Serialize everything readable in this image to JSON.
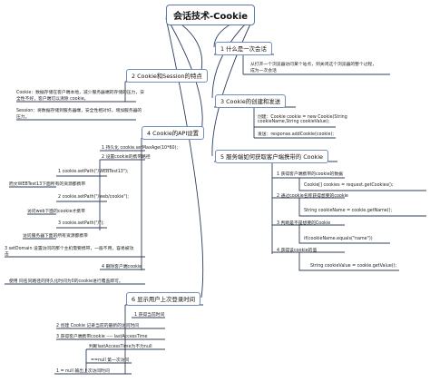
{
  "center": "会话技术-Cookie",
  "branches": {
    "b1": {
      "label": "1 什么是一次会话",
      "notes": [
        "从打开一个浏览器访问某个站点，到关闭这个浏览器的整个过程，",
        "成为一次会话"
      ]
    },
    "b2": {
      "label": "2 Cookie和Session的特点",
      "notes": [
        "Cookie：数据存储在客户端本地，减少服务器端的存储的压力，安",
        "全性不好，客户端可以清除 cookie。",
        "Session：将数据存储到服务器端，安全性相对好，增加服务器的",
        "压力。"
      ]
    },
    "b3": {
      "label": "3  Cookie的创建和发送",
      "create": [
        "创建：Cookie cookie = new Cookie(String",
        "cookieName,String cookieValue);"
      ],
      "send": "发送：response.addCookie(cookie);"
    },
    "b4": {
      "label": "4 Cookie的API设置",
      "items": [
        "1 持久化  cookie.setMaxAge(10*60);",
        "2 设置cookie的携带路径",
        "1 cookie.setPath(\"/WEBTest13\");",
        "而文WEBTest13下面所有的资源都携带",
        "2 cookie.setPath(\"/web/cookie\");",
        "访问web下面的cookie才携带",
        "3 cookie.setPath(\"/\");",
        "访问服务器下面的所有资源都携带",
        "3 setDomain 设置访问的那个主机需要携带，一般不用，容易被攻",
        "击",
        "4 删除客户端cookie",
        "使用 同名同路径的持久化时间为0的cookie进行覆盖即可。"
      ]
    },
    "b5": {
      "label": "5   服务端如何获取客户端携带的 Cookie",
      "items": [
        "1 获得客户端携带的cookie的数据",
        "Cookie[] cookies = request.getCookies();",
        "2 通过cookie名称获得想要的cookie",
        "String cookieName = cookie.getName();",
        "3 判断是不是想要的Cookie",
        "if(cookieName.equals(\"name\"))",
        "4 获得该cookie的值",
        "String cookieValue = cookie.getValue();"
      ]
    },
    "b6": {
      "label": "6  显示用户上次登录时间",
      "items": [
        "1    获得当前时间",
        "2    创建 Cookie 记录当前的最新的访问时间",
        "3    获得客户端携带cookie ----  lastAccessTime",
        "判断lastAccessTime为不为null",
        "==null  第一次访问",
        "1 = null  输出上次访问时间"
      ]
    }
  }
}
